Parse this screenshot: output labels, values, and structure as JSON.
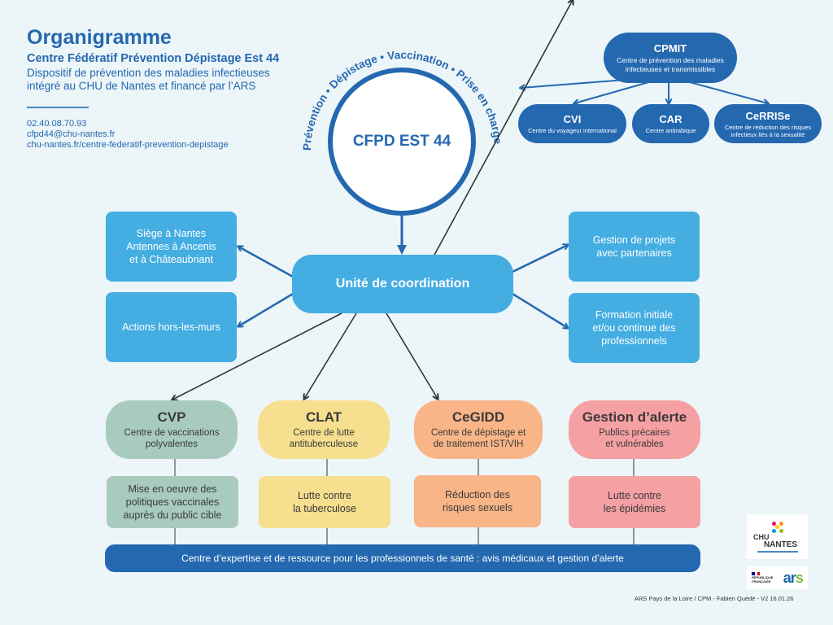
{
  "header": {
    "title": "Organigramme",
    "subtitle": "Centre Fédératif Prévention Dépistage Est 44",
    "description_line1": "Dispositif de prévention des maladies infectieuses",
    "description_line2": "intégré au CHU de Nantes et financé par l’ARS",
    "phone": "02.40.08.70.93",
    "email": "cfpd44@chu-nantes.fr",
    "website": "chu-nantes.fr/centre-federatif-prevention-depistage"
  },
  "center": {
    "label": "CFPD EST 44",
    "arc_text": "Prévention • Dépistage • Vaccination • Prise en charge"
  },
  "cpmit": {
    "title": "CPMIT",
    "subtitle": "Centre de prévention des maladies infectieuses et transmissibles",
    "children": [
      {
        "title": "CVI",
        "subtitle": "Centre du voyageur international"
      },
      {
        "title": "CAR",
        "subtitle": "Centre antirabique"
      },
      {
        "title": "CeRRISe",
        "subtitle": "Centre de réduction des risques infectieux liés à la sexualité"
      }
    ]
  },
  "coordination": {
    "label": "Unité de coordination",
    "left": [
      {
        "label": "Siège à Nantes\nAntennes à Ancenis\net à Châteaubriant"
      },
      {
        "label": "Actions hors-les-murs"
      }
    ],
    "right": [
      {
        "label": "Gestion de projets\navec partenaires"
      },
      {
        "label": "Formation initiale\net/ou  continue des\nprofessionnels"
      }
    ]
  },
  "services": [
    {
      "title": "CVP",
      "subtitle": "Centre de vaccinations\npolyvalentes",
      "mission": "Mise en oeuvre des\npolitiques vaccinales\nauprès du public cible",
      "color": "#a8cbbe"
    },
    {
      "title": "CLAT",
      "subtitle": "Centre de lutte\nantituberculeuse",
      "mission": "Lutte contre\nla tuberculose",
      "color": "#f6df8e"
    },
    {
      "title": "CeGIDD",
      "subtitle": "Centre de dépistage et\nde traitement IST/VIH",
      "mission": "Réduction des\nrisques sexuels",
      "color": "#f9b587"
    },
    {
      "title": "Gestion d’alerte",
      "subtitle": "Publics précaires\net vulnérables",
      "mission": "Lutte contre\nles épidémies",
      "color": "#f5a0a2"
    }
  ],
  "bottom_bar": "Centre d’expertise et de ressource pour les professionnels de santé : avis médicaux et gestion d’alerte",
  "logos": {
    "chu_line1": "CHU",
    "chu_line2": "NANTES",
    "rf": "RÉPUBLIQUE\nFRANÇAISE",
    "ars": "ars"
  },
  "footer": "ARS Pays de la Loire / CPM - Fabien Quédé - V2  16.01.26",
  "colors": {
    "primary_blue": "#2468b0",
    "light_blue": "#44ade1",
    "background": "#ecf5f8"
  }
}
